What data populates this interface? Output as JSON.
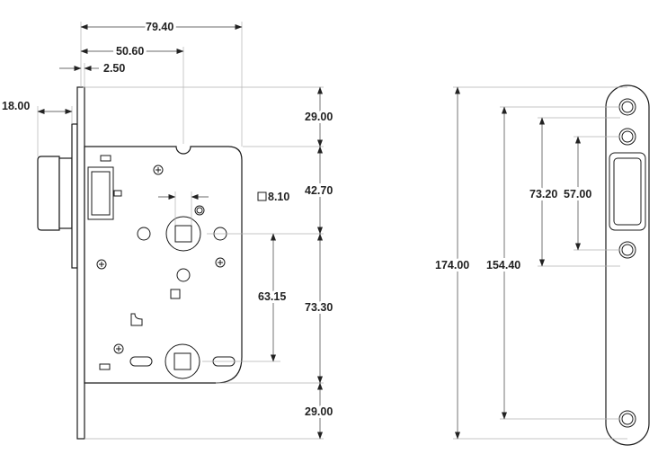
{
  "dimensions": {
    "width_total": "79.40",
    "backset": "50.60",
    "faceplate_thickness": "2.50",
    "latch_projection": "18.00",
    "top_offset": "29.00",
    "handle_to_top": "42.70",
    "square_spindle": "8.10",
    "handle_to_key": "63.15",
    "lower_section": "73.30",
    "bottom_offset": "29.00",
    "faceplate_length": "174.00",
    "screw_spacing": "154.40",
    "strike_holes": "73.20",
    "strike_opening": "57.00"
  }
}
